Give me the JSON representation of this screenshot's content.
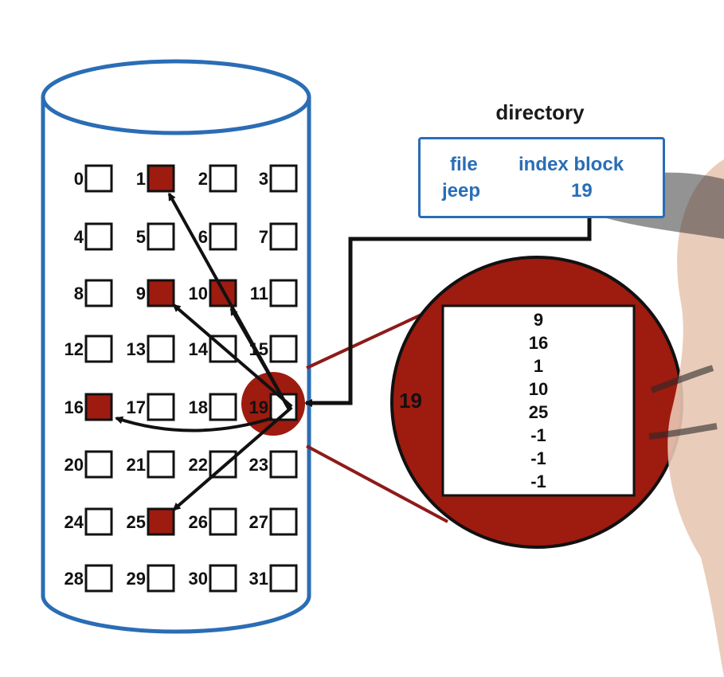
{
  "colors": {
    "cylinder_stroke": "#2a6db5",
    "used_block": "#9e1b10",
    "free_block": "#ffffff",
    "arrow": "#111111",
    "zoom_connector": "#8f1a1a"
  },
  "disk": {
    "blocks": [
      {
        "n": "0",
        "used": false
      },
      {
        "n": "1",
        "used": true
      },
      {
        "n": "2",
        "used": false
      },
      {
        "n": "3",
        "used": false
      },
      {
        "n": "4",
        "used": false
      },
      {
        "n": "5",
        "used": false
      },
      {
        "n": "6",
        "used": false
      },
      {
        "n": "7",
        "used": false
      },
      {
        "n": "8",
        "used": false
      },
      {
        "n": "9",
        "used": true
      },
      {
        "n": "10",
        "used": true
      },
      {
        "n": "11",
        "used": false
      },
      {
        "n": "12",
        "used": false
      },
      {
        "n": "13",
        "used": false
      },
      {
        "n": "14",
        "used": false
      },
      {
        "n": "15",
        "used": false
      },
      {
        "n": "16",
        "used": true
      },
      {
        "n": "17",
        "used": false
      },
      {
        "n": "18",
        "used": false
      },
      {
        "n": "19",
        "used": false,
        "index": true
      },
      {
        "n": "20",
        "used": false
      },
      {
        "n": "21",
        "used": false
      },
      {
        "n": "22",
        "used": false
      },
      {
        "n": "23",
        "used": false
      },
      {
        "n": "24",
        "used": false
      },
      {
        "n": "25",
        "used": true
      },
      {
        "n": "26",
        "used": false
      },
      {
        "n": "27",
        "used": false
      },
      {
        "n": "28",
        "used": false
      },
      {
        "n": "29",
        "used": false
      },
      {
        "n": "30",
        "used": false
      },
      {
        "n": "31",
        "used": false
      }
    ],
    "index_pointers": [
      9,
      16,
      1,
      10,
      25
    ]
  },
  "directory": {
    "title": "directory",
    "col_file": "file",
    "col_index": "index block",
    "entry_file": "jeep",
    "entry_index": "19"
  },
  "zoom": {
    "label": "19",
    "entries": [
      "9",
      "16",
      "1",
      "10",
      "25",
      "-1",
      "-1",
      "-1"
    ]
  }
}
